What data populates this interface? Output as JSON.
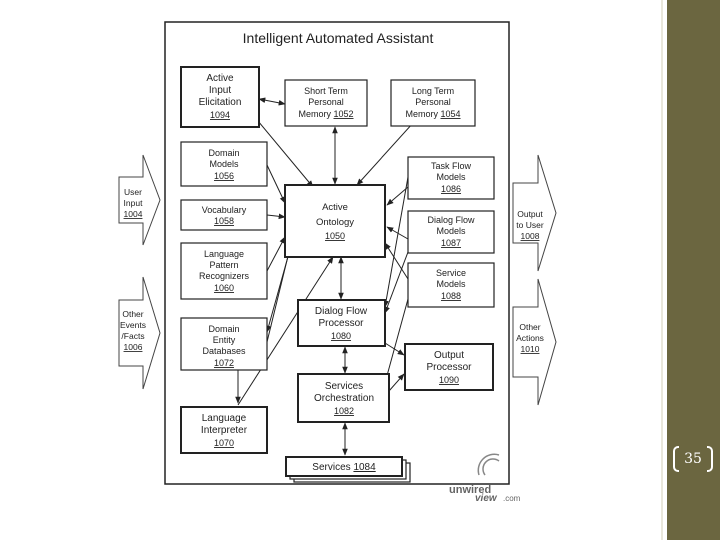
{
  "slide": {
    "page_number": "35"
  },
  "diagram": {
    "title": "Intelligent Automated Assistant",
    "inputs": {
      "user_input": [
        "User",
        "Input",
        "1004"
      ],
      "other_events": [
        "Other",
        "Events",
        "/Facts",
        "1006"
      ]
    },
    "outputs": {
      "output_to_user": [
        "Output",
        "to User",
        "1008"
      ],
      "other_actions": [
        "Other",
        "Actions",
        "1010"
      ]
    },
    "boxes": {
      "active_input_elicitation": [
        "Active",
        "Input",
        "Elicitation",
        "1094"
      ],
      "short_term_memory": [
        "Short Term",
        "Personal",
        "Memory",
        "1052"
      ],
      "long_term_memory": [
        "Long Term",
        "Personal",
        "Memory",
        "1054"
      ],
      "domain_models": [
        "Domain",
        "Models",
        "1056"
      ],
      "vocabulary": [
        "Vocabulary",
        "1058"
      ],
      "language_pattern_recognizers": [
        "Language",
        "Pattern",
        "Recognizers",
        "1060"
      ],
      "domain_entity_databases": [
        "Domain",
        "Entity",
        "Databases",
        "1072"
      ],
      "language_interpreter": [
        "Language",
        "Interpreter",
        "1070"
      ],
      "active_ontology": [
        "Active",
        "Ontology",
        "1050"
      ],
      "dialog_flow_processor": [
        "Dialog Flow",
        "Processor",
        "1080"
      ],
      "services_orchestration": [
        "Services",
        "Orchestration",
        "1082"
      ],
      "services": [
        "Services",
        "1084"
      ],
      "task_flow_models": [
        "Task Flow",
        "Models",
        "1086"
      ],
      "dialog_flow_models": [
        "Dialog Flow",
        "Models",
        "1087"
      ],
      "service_models": [
        "Service",
        "Models",
        "1088"
      ],
      "output_processor": [
        "Output",
        "Processor",
        "1090"
      ]
    },
    "watermark": [
      "unwired",
      "view",
      ".com"
    ]
  },
  "colors": {
    "panel": "#6b6640",
    "line": "#222222"
  }
}
